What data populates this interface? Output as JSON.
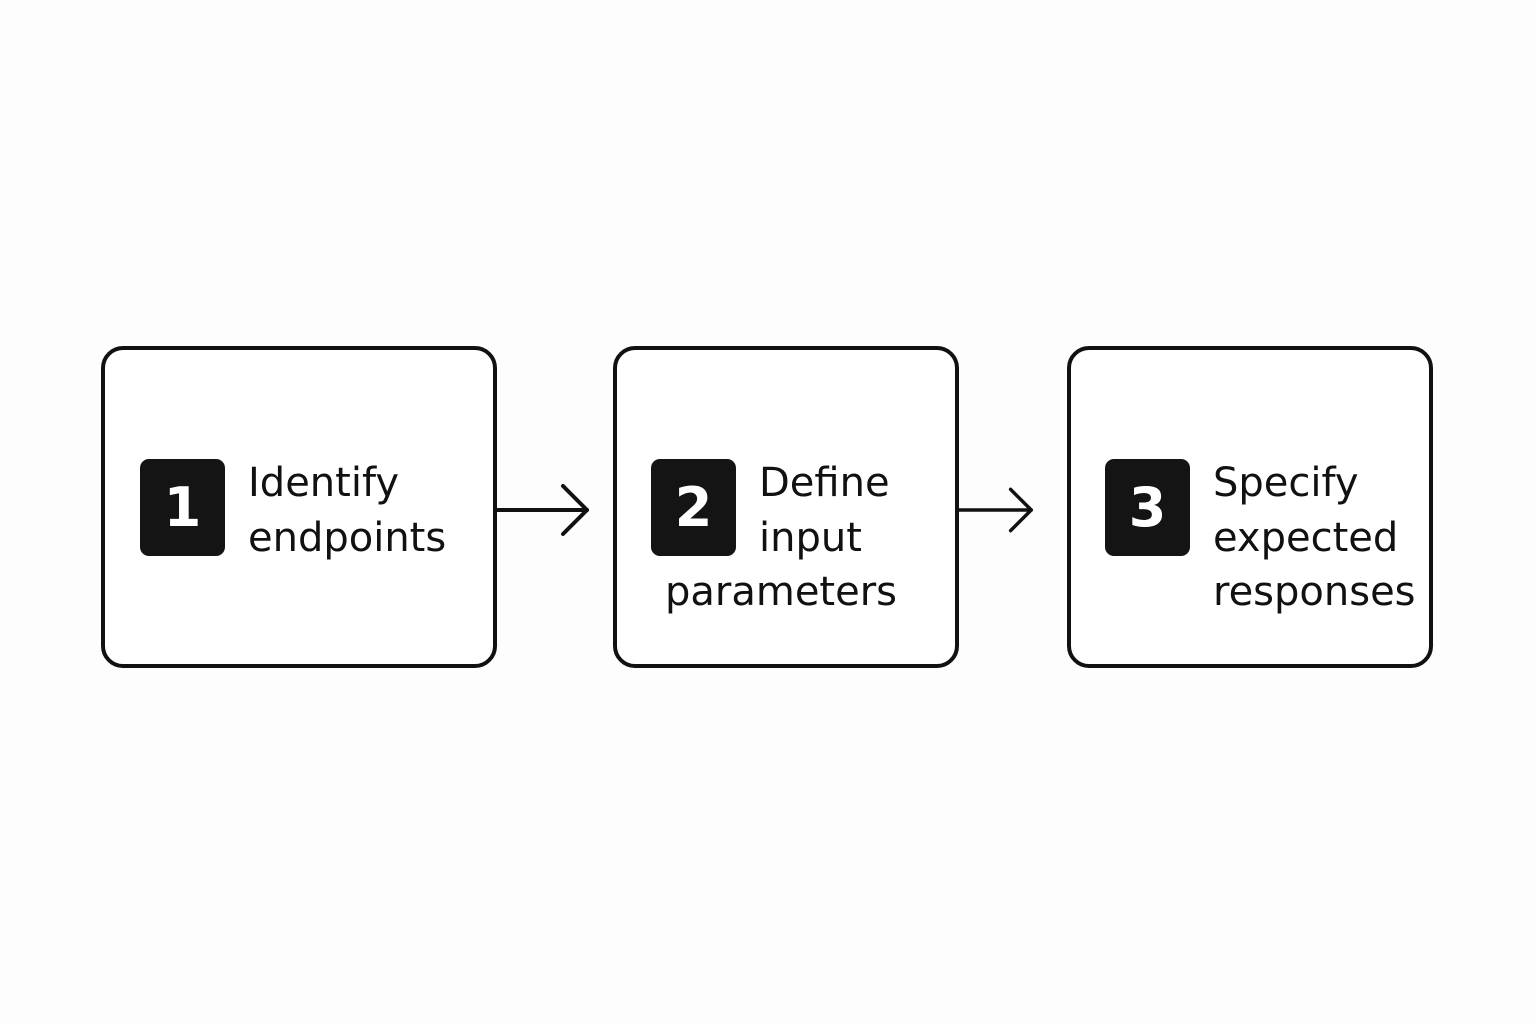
{
  "steps": [
    {
      "number": "1",
      "lines": [
        "Identify",
        "endpoints"
      ]
    },
    {
      "number": "2",
      "lines": [
        "Define",
        "input",
        "parameters"
      ]
    },
    {
      "number": "3",
      "lines": [
        "Specify",
        "expected",
        "responses"
      ]
    }
  ],
  "colors": {
    "stroke": "#111111",
    "badge_fill": "#141414",
    "badge_text": "#ffffff",
    "background": "#fdfdfd"
  },
  "icons": [
    "arrow-right-icon",
    "arrow-right-icon"
  ]
}
